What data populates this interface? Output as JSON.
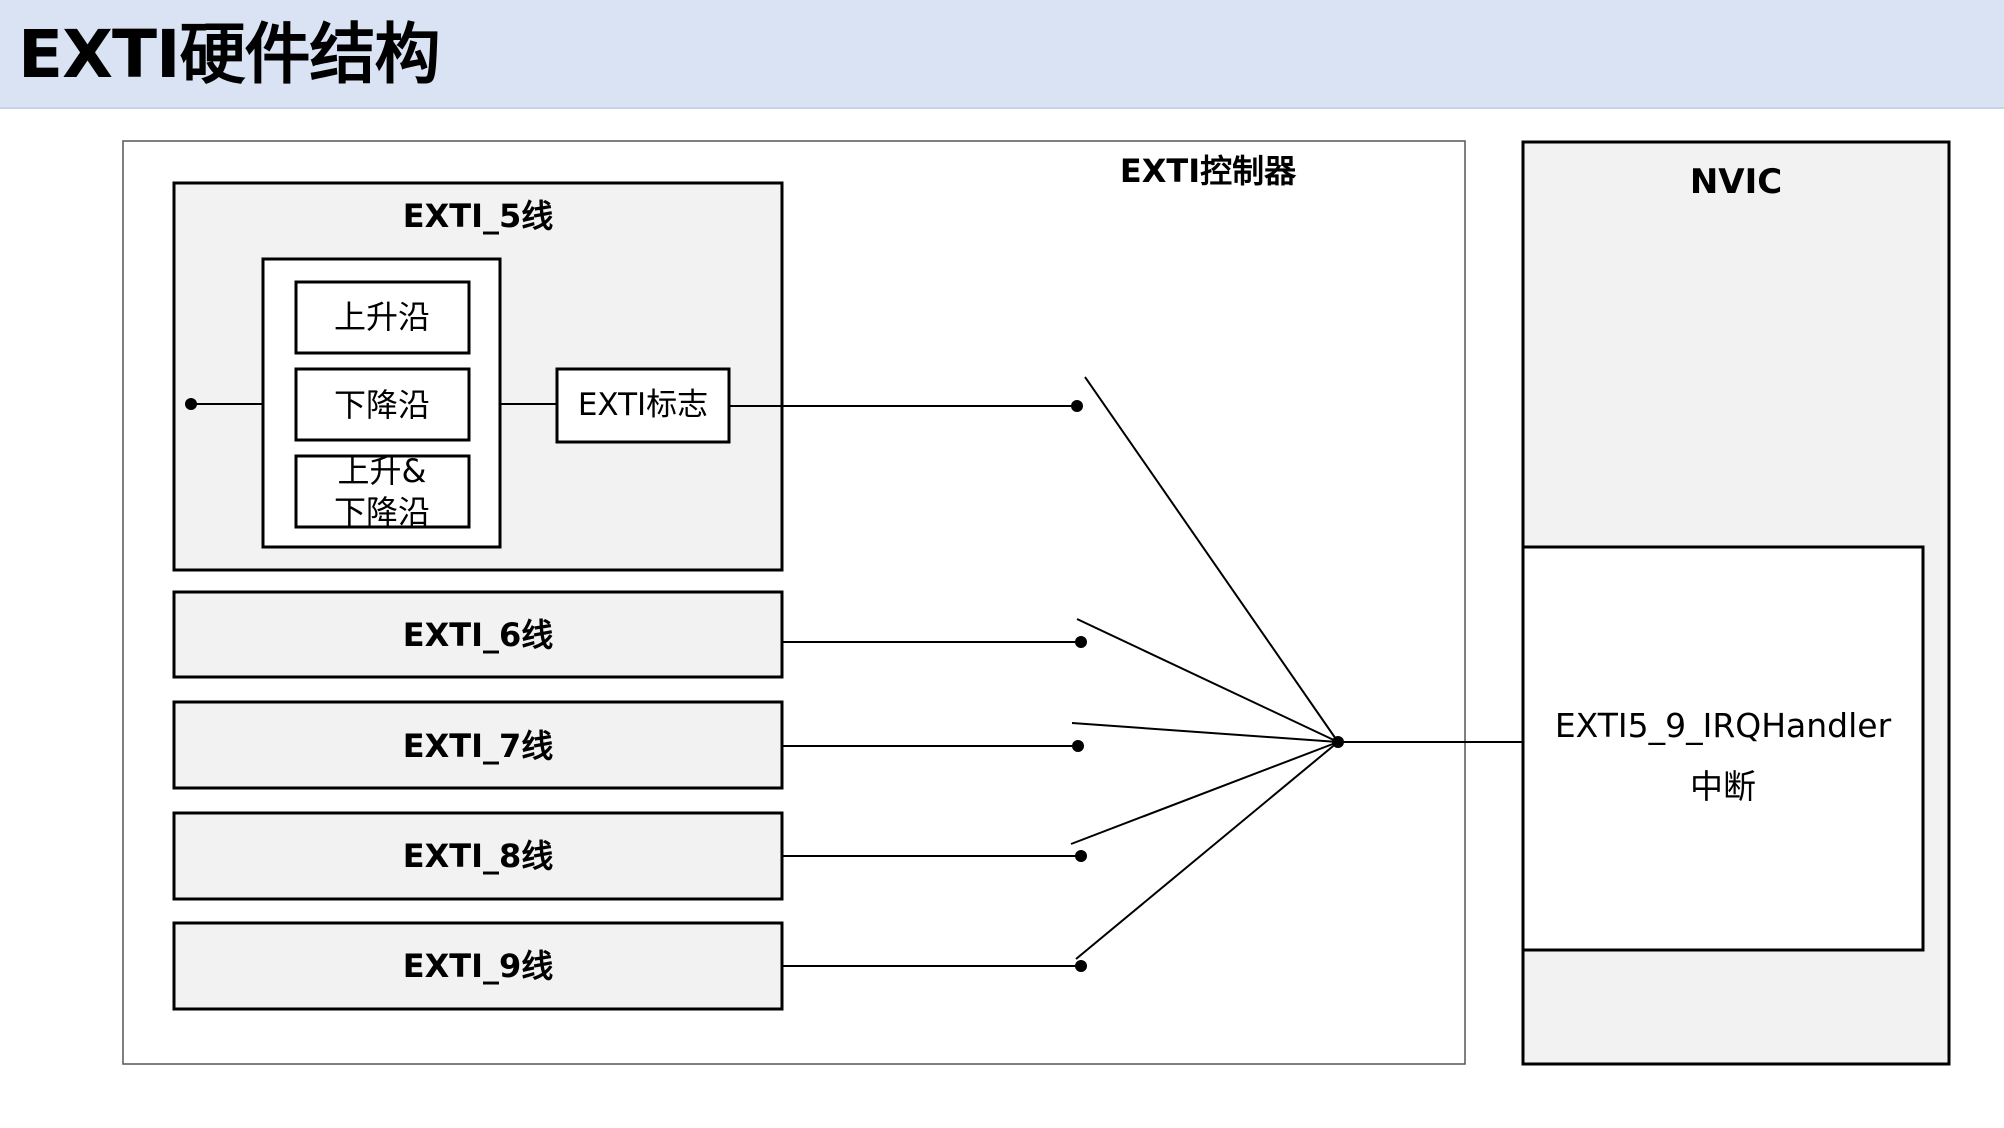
{
  "title": "EXTI硬件结构",
  "controller": {
    "label": "EXTI控制器"
  },
  "exti5": {
    "label": "EXTI_5线",
    "modes": [
      "上升沿",
      "下降沿"
    ],
    "mode_both_line1": "上升&",
    "mode_both_line2": "下降沿",
    "flag_label": "EXTI标志"
  },
  "lines": [
    "EXTI_6线",
    "EXTI_7线",
    "EXTI_8线",
    "EXTI_9线"
  ],
  "nvic": {
    "label": "NVIC",
    "handler_line1": "EXTI5_9_IRQHandler",
    "handler_line2": "中断"
  }
}
